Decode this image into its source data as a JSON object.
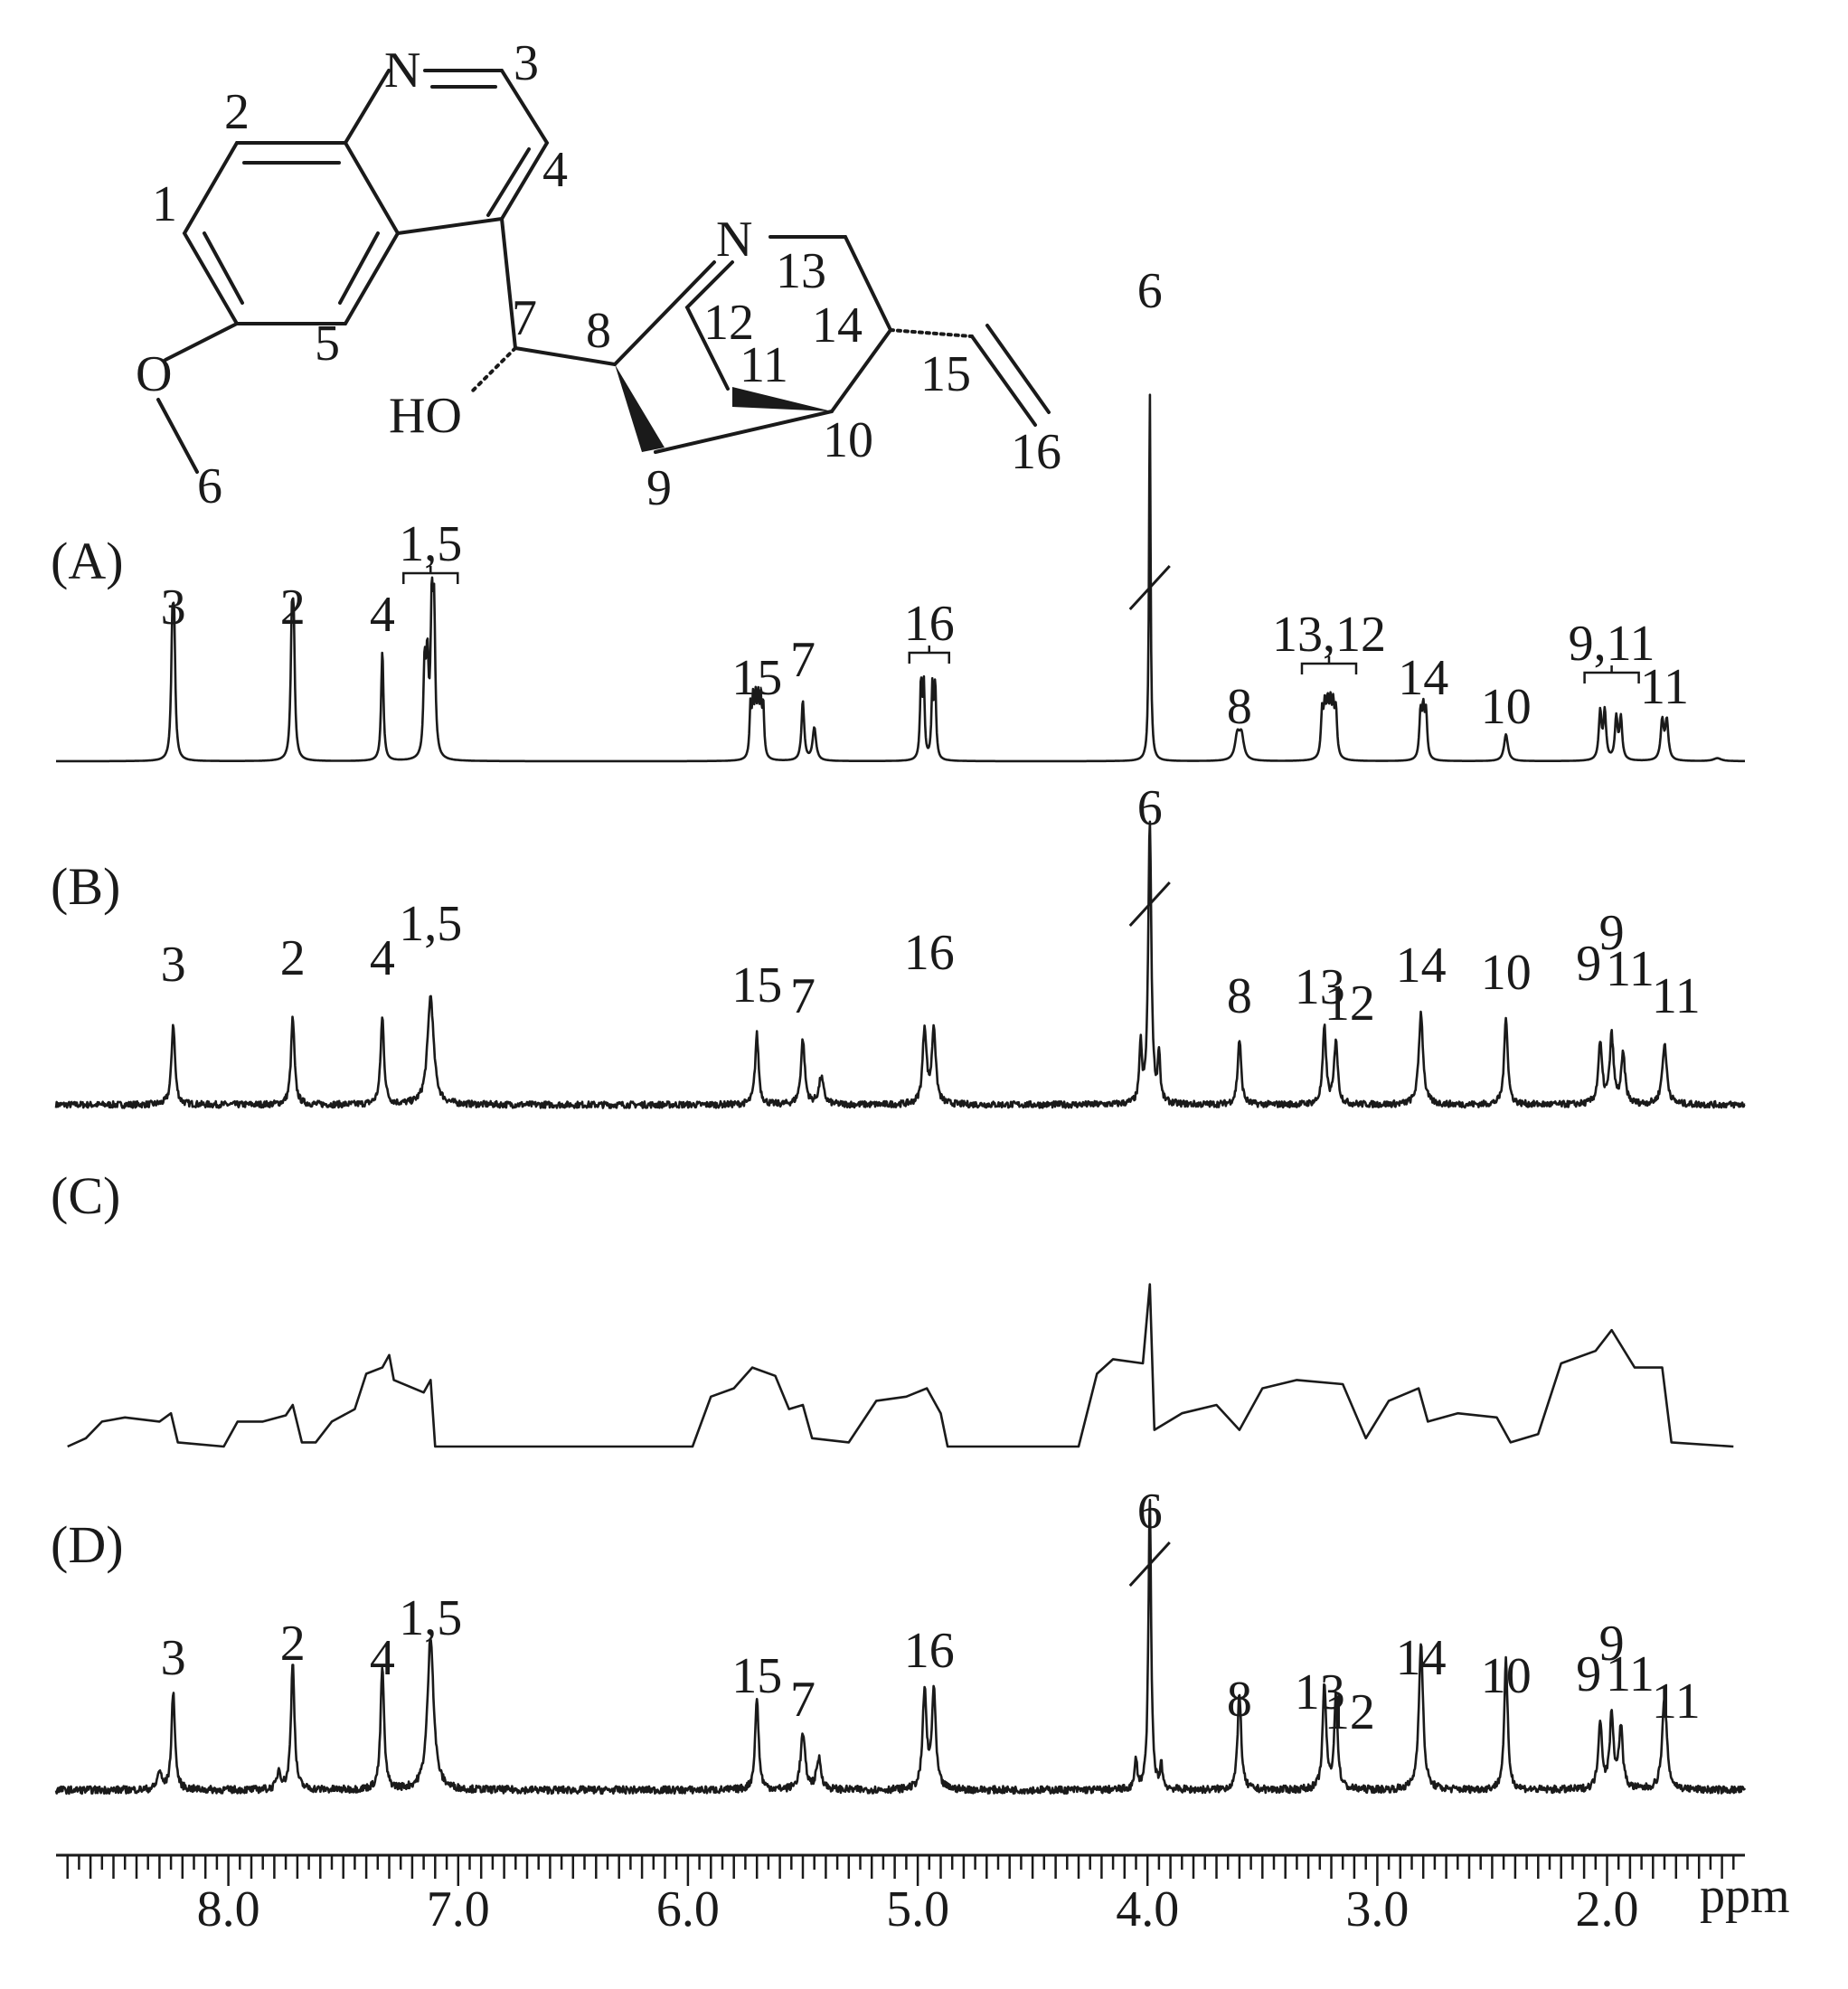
{
  "chart_data": {
    "type": "line",
    "xlabel": "",
    "x_unit": "ppm",
    "x_axis_reversed": true,
    "xlim": [
      8.75,
      1.4
    ],
    "x_ticks": [
      "8.0",
      "7.0",
      "6.0",
      "5.0",
      "4.0",
      "3.0",
      "2.0"
    ],
    "x_tick_values": [
      8.0,
      7.0,
      6.0,
      5.0,
      4.0,
      3.0,
      2.0
    ],
    "panels": [
      {
        "label": "(A)",
        "kind": "peaks",
        "noise": 0,
        "peaks": [
          {
            "ppm": 8.24,
            "h": 0.38,
            "w": 0.006,
            "n": 2,
            "sep": 0.008
          },
          {
            "ppm": 7.72,
            "h": 0.39,
            "w": 0.006,
            "n": 2,
            "sep": 0.008
          },
          {
            "ppm": 7.33,
            "h": 0.37,
            "w": 0.006,
            "n": 1,
            "sep": 0
          },
          {
            "ppm": 7.14,
            "h": 0.3,
            "w": 0.006,
            "n": 2,
            "sep": 0.012
          },
          {
            "ppm": 7.11,
            "h": 0.46,
            "w": 0.006,
            "n": 2,
            "sep": 0.01
          },
          {
            "ppm": 5.7,
            "h": 0.17,
            "w": 0.005,
            "n": 6,
            "sep": 0.011
          },
          {
            "ppm": 5.5,
            "h": 0.2,
            "w": 0.007,
            "n": 1,
            "sep": 0
          },
          {
            "ppm": 5.45,
            "h": 0.11,
            "w": 0.009,
            "n": 1,
            "sep": 0
          },
          {
            "ppm": 4.98,
            "h": 0.25,
            "w": 0.005,
            "n": 2,
            "sep": 0.012
          },
          {
            "ppm": 4.93,
            "h": 0.24,
            "w": 0.005,
            "n": 2,
            "sep": 0.012
          },
          {
            "ppm": 3.99,
            "h": 1.25,
            "w": 0.004,
            "n": 1,
            "sep": 0
          },
          {
            "ppm": 3.6,
            "h": 0.08,
            "w": 0.012,
            "n": 2,
            "sep": 0.018
          },
          {
            "ppm": 3.21,
            "h": 0.15,
            "w": 0.006,
            "n": 6,
            "sep": 0.012
          },
          {
            "ppm": 2.8,
            "h": 0.15,
            "w": 0.006,
            "n": 3,
            "sep": 0.012
          },
          {
            "ppm": 2.44,
            "h": 0.09,
            "w": 0.01,
            "n": 1,
            "sep": 0
          },
          {
            "ppm": 2.02,
            "h": 0.16,
            "w": 0.007,
            "n": 2,
            "sep": 0.02
          },
          {
            "ppm": 1.95,
            "h": 0.14,
            "w": 0.007,
            "n": 2,
            "sep": 0.02
          },
          {
            "ppm": 1.75,
            "h": 0.13,
            "w": 0.008,
            "n": 2,
            "sep": 0.02
          },
          {
            "ppm": 1.52,
            "h": 0.01,
            "w": 0.02,
            "n": 1,
            "sep": 0
          }
        ]
      },
      {
        "label": "(B)",
        "kind": "peaks",
        "noise": 0.012,
        "peaks": [
          {
            "ppm": 8.24,
            "h": 0.3,
            "w": 0.009,
            "n": 1,
            "sep": 0
          },
          {
            "ppm": 7.72,
            "h": 0.32,
            "w": 0.009,
            "n": 1,
            "sep": 0
          },
          {
            "ppm": 7.33,
            "h": 0.32,
            "w": 0.009,
            "n": 1,
            "sep": 0
          },
          {
            "ppm": 7.12,
            "h": 0.4,
            "w": 0.016,
            "n": 1,
            "sep": 0
          },
          {
            "ppm": 5.7,
            "h": 0.26,
            "w": 0.009,
            "n": 1,
            "sep": 0
          },
          {
            "ppm": 5.5,
            "h": 0.24,
            "w": 0.01,
            "n": 1,
            "sep": 0
          },
          {
            "ppm": 5.42,
            "h": 0.1,
            "w": 0.012,
            "n": 1,
            "sep": 0
          },
          {
            "ppm": 4.97,
            "h": 0.28,
            "w": 0.01,
            "n": 1,
            "sep": 0
          },
          {
            "ppm": 4.93,
            "h": 0.28,
            "w": 0.01,
            "n": 1,
            "sep": 0
          },
          {
            "ppm": 3.99,
            "h": 1.05,
            "w": 0.008,
            "n": 1,
            "sep": 0
          },
          {
            "ppm": 4.03,
            "h": 0.22,
            "w": 0.006,
            "n": 1,
            "sep": 0
          },
          {
            "ppm": 3.95,
            "h": 0.18,
            "w": 0.006,
            "n": 1,
            "sep": 0
          },
          {
            "ppm": 3.6,
            "h": 0.24,
            "w": 0.009,
            "n": 1,
            "sep": 0
          },
          {
            "ppm": 3.23,
            "h": 0.28,
            "w": 0.009,
            "n": 1,
            "sep": 0
          },
          {
            "ppm": 3.18,
            "h": 0.24,
            "w": 0.009,
            "n": 1,
            "sep": 0
          },
          {
            "ppm": 2.81,
            "h": 0.34,
            "w": 0.011,
            "n": 1,
            "sep": 0
          },
          {
            "ppm": 2.44,
            "h": 0.33,
            "w": 0.009,
            "n": 1,
            "sep": 0
          },
          {
            "ppm": 2.03,
            "h": 0.22,
            "w": 0.01,
            "n": 1,
            "sep": 0
          },
          {
            "ppm": 1.98,
            "h": 0.25,
            "w": 0.01,
            "n": 1,
            "sep": 0
          },
          {
            "ppm": 1.93,
            "h": 0.18,
            "w": 0.01,
            "n": 1,
            "sep": 0
          },
          {
            "ppm": 1.75,
            "h": 0.22,
            "w": 0.012,
            "n": 1,
            "sep": 0
          }
        ]
      },
      {
        "label": "(C)",
        "kind": "integral",
        "noise": 0,
        "segments": [
          {
            "ppm": 8.7,
            "y": 0.0
          },
          {
            "ppm": 8.62,
            "y": 0.04
          },
          {
            "ppm": 8.55,
            "y": 0.12
          },
          {
            "ppm": 8.45,
            "y": 0.14
          },
          {
            "ppm": 8.3,
            "y": 0.12
          },
          {
            "ppm": 8.25,
            "y": 0.16
          },
          {
            "ppm": 8.22,
            "y": 0.02
          },
          {
            "ppm": 8.02,
            "y": 0.0
          },
          {
            "ppm": 7.96,
            "y": 0.12
          },
          {
            "ppm": 7.85,
            "y": 0.12
          },
          {
            "ppm": 7.75,
            "y": 0.15
          },
          {
            "ppm": 7.72,
            "y": 0.2
          },
          {
            "ppm": 7.68,
            "y": 0.02
          },
          {
            "ppm": 7.62,
            "y": 0.02
          },
          {
            "ppm": 7.55,
            "y": 0.12
          },
          {
            "ppm": 7.45,
            "y": 0.18
          },
          {
            "ppm": 7.4,
            "y": 0.35
          },
          {
            "ppm": 7.33,
            "y": 0.38
          },
          {
            "ppm": 7.3,
            "y": 0.44
          },
          {
            "ppm": 7.28,
            "y": 0.32
          },
          {
            "ppm": 7.15,
            "y": 0.26
          },
          {
            "ppm": 7.12,
            "y": 0.32
          },
          {
            "ppm": 7.1,
            "y": 0.0
          },
          {
            "ppm": 5.98,
            "y": 0.0
          },
          {
            "ppm": 5.9,
            "y": 0.24
          },
          {
            "ppm": 5.8,
            "y": 0.28
          },
          {
            "ppm": 5.72,
            "y": 0.38
          },
          {
            "ppm": 5.62,
            "y": 0.34
          },
          {
            "ppm": 5.56,
            "y": 0.18
          },
          {
            "ppm": 5.5,
            "y": 0.2
          },
          {
            "ppm": 5.46,
            "y": 0.04
          },
          {
            "ppm": 5.3,
            "y": 0.02
          },
          {
            "ppm": 5.18,
            "y": 0.22
          },
          {
            "ppm": 5.05,
            "y": 0.24
          },
          {
            "ppm": 4.96,
            "y": 0.28
          },
          {
            "ppm": 4.9,
            "y": 0.16
          },
          {
            "ppm": 4.87,
            "y": 0.0
          },
          {
            "ppm": 4.3,
            "y": 0.0
          },
          {
            "ppm": 4.22,
            "y": 0.35
          },
          {
            "ppm": 4.15,
            "y": 0.42
          },
          {
            "ppm": 4.02,
            "y": 0.4
          },
          {
            "ppm": 3.99,
            "y": 0.78
          },
          {
            "ppm": 3.97,
            "y": 0.08
          },
          {
            "ppm": 3.85,
            "y": 0.16
          },
          {
            "ppm": 3.7,
            "y": 0.2
          },
          {
            "ppm": 3.6,
            "y": 0.08
          },
          {
            "ppm": 3.5,
            "y": 0.28
          },
          {
            "ppm": 3.35,
            "y": 0.32
          },
          {
            "ppm": 3.15,
            "y": 0.3
          },
          {
            "ppm": 3.05,
            "y": 0.04
          },
          {
            "ppm": 2.95,
            "y": 0.22
          },
          {
            "ppm": 2.82,
            "y": 0.28
          },
          {
            "ppm": 2.78,
            "y": 0.12
          },
          {
            "ppm": 2.65,
            "y": 0.16
          },
          {
            "ppm": 2.48,
            "y": 0.14
          },
          {
            "ppm": 2.42,
            "y": 0.02
          },
          {
            "ppm": 2.3,
            "y": 0.06
          },
          {
            "ppm": 2.2,
            "y": 0.4
          },
          {
            "ppm": 2.05,
            "y": 0.46
          },
          {
            "ppm": 1.98,
            "y": 0.56
          },
          {
            "ppm": 1.88,
            "y": 0.38
          },
          {
            "ppm": 1.76,
            "y": 0.38
          },
          {
            "ppm": 1.72,
            "y": 0.02
          },
          {
            "ppm": 1.45,
            "y": 0.0
          }
        ]
      },
      {
        "label": "(D)",
        "kind": "peaks",
        "noise": 0.012,
        "peaks": [
          {
            "ppm": 8.24,
            "h": 0.32,
            "w": 0.009,
            "n": 1,
            "sep": 0
          },
          {
            "ppm": 8.3,
            "h": 0.06,
            "w": 0.01,
            "n": 1,
            "sep": 0
          },
          {
            "ppm": 7.72,
            "h": 0.42,
            "w": 0.009,
            "n": 1,
            "sep": 0
          },
          {
            "ppm": 7.78,
            "h": 0.06,
            "w": 0.01,
            "n": 1,
            "sep": 0
          },
          {
            "ppm": 7.33,
            "h": 0.4,
            "w": 0.009,
            "n": 1,
            "sep": 0
          },
          {
            "ppm": 7.12,
            "h": 0.5,
            "w": 0.016,
            "n": 1,
            "sep": 0
          },
          {
            "ppm": 5.7,
            "h": 0.3,
            "w": 0.009,
            "n": 1,
            "sep": 0
          },
          {
            "ppm": 5.5,
            "h": 0.18,
            "w": 0.012,
            "n": 1,
            "sep": 0
          },
          {
            "ppm": 5.43,
            "h": 0.1,
            "w": 0.012,
            "n": 1,
            "sep": 0
          },
          {
            "ppm": 4.97,
            "h": 0.32,
            "w": 0.01,
            "n": 1,
            "sep": 0
          },
          {
            "ppm": 4.93,
            "h": 0.32,
            "w": 0.01,
            "n": 1,
            "sep": 0
          },
          {
            "ppm": 3.99,
            "h": 0.95,
            "w": 0.007,
            "n": 1,
            "sep": 0
          },
          {
            "ppm": 4.05,
            "h": 0.1,
            "w": 0.006,
            "n": 1,
            "sep": 0
          },
          {
            "ppm": 3.94,
            "h": 0.08,
            "w": 0.006,
            "n": 1,
            "sep": 0
          },
          {
            "ppm": 3.6,
            "h": 0.32,
            "w": 0.009,
            "n": 1,
            "sep": 0
          },
          {
            "ppm": 3.23,
            "h": 0.34,
            "w": 0.009,
            "n": 1,
            "sep": 0
          },
          {
            "ppm": 3.18,
            "h": 0.3,
            "w": 0.009,
            "n": 1,
            "sep": 0
          },
          {
            "ppm": 2.81,
            "h": 0.48,
            "w": 0.011,
            "n": 1,
            "sep": 0
          },
          {
            "ppm": 2.44,
            "h": 0.42,
            "w": 0.009,
            "n": 1,
            "sep": 0
          },
          {
            "ppm": 2.03,
            "h": 0.22,
            "w": 0.01,
            "n": 1,
            "sep": 0
          },
          {
            "ppm": 1.98,
            "h": 0.24,
            "w": 0.01,
            "n": 1,
            "sep": 0
          },
          {
            "ppm": 1.94,
            "h": 0.2,
            "w": 0.01,
            "n": 1,
            "sep": 0
          },
          {
            "ppm": 1.75,
            "h": 0.3,
            "w": 0.012,
            "n": 1,
            "sep": 0
          }
        ]
      }
    ],
    "peak_labels": {
      "A": [
        {
          "text": "3",
          "ppm": 8.24,
          "bracket": false
        },
        {
          "text": "2",
          "ppm": 7.72,
          "bracket": false
        },
        {
          "text": "4",
          "ppm": 7.33,
          "bracket": false
        },
        {
          "text": "1,5",
          "ppm": 7.12,
          "bracket": true
        },
        {
          "text": "15",
          "ppm": 5.7,
          "bracket": false
        },
        {
          "text": "7",
          "ppm": 5.5,
          "bracket": false
        },
        {
          "text": "16",
          "ppm": 4.95,
          "bracket": true
        },
        {
          "text": "6",
          "ppm": 3.99,
          "bracket": false
        },
        {
          "text": "8",
          "ppm": 3.6,
          "bracket": false
        },
        {
          "text": "13,12",
          "ppm": 3.21,
          "bracket": true
        },
        {
          "text": "14",
          "ppm": 2.8,
          "bracket": false
        },
        {
          "text": "10",
          "ppm": 2.44,
          "bracket": false
        },
        {
          "text": "9,11",
          "ppm": 1.98,
          "bracket": true
        },
        {
          "text": "11",
          "ppm": 1.75,
          "bracket": false
        }
      ],
      "B": [
        {
          "text": "3",
          "ppm": 8.24
        },
        {
          "text": "2",
          "ppm": 7.72
        },
        {
          "text": "4",
          "ppm": 7.33
        },
        {
          "text": "1,5",
          "ppm": 7.12
        },
        {
          "text": "15",
          "ppm": 5.7
        },
        {
          "text": "7",
          "ppm": 5.5
        },
        {
          "text": "16",
          "ppm": 4.95
        },
        {
          "text": "6",
          "ppm": 3.99
        },
        {
          "text": "8",
          "ppm": 3.6
        },
        {
          "text": "13",
          "ppm": 3.25
        },
        {
          "text": "12",
          "ppm": 3.12
        },
        {
          "text": "14",
          "ppm": 2.81
        },
        {
          "text": "10",
          "ppm": 2.44
        },
        {
          "text": "9",
          "ppm": 2.08
        },
        {
          "text": "9",
          "ppm": 1.98
        },
        {
          "text": "11",
          "ppm": 1.9
        },
        {
          "text": "11",
          "ppm": 1.7
        }
      ],
      "D": [
        {
          "text": "3",
          "ppm": 8.24
        },
        {
          "text": "2",
          "ppm": 7.72
        },
        {
          "text": "4",
          "ppm": 7.33
        },
        {
          "text": "1,5",
          "ppm": 7.12
        },
        {
          "text": "15",
          "ppm": 5.7
        },
        {
          "text": "7",
          "ppm": 5.5
        },
        {
          "text": "16",
          "ppm": 4.95
        },
        {
          "text": "6",
          "ppm": 3.99
        },
        {
          "text": "8",
          "ppm": 3.6
        },
        {
          "text": "13",
          "ppm": 3.25
        },
        {
          "text": "12",
          "ppm": 3.12
        },
        {
          "text": "14",
          "ppm": 2.81
        },
        {
          "text": "10",
          "ppm": 2.44
        },
        {
          "text": "9",
          "ppm": 2.08
        },
        {
          "text": "9",
          "ppm": 1.98
        },
        {
          "text": "11",
          "ppm": 1.9
        },
        {
          "text": "11",
          "ppm": 1.7
        }
      ]
    }
  },
  "structure": {
    "atoms": {
      "n1": "N",
      "n2": "N",
      "o1": "O",
      "ho": "HO"
    },
    "numbers": [
      "1",
      "2",
      "3",
      "4",
      "5",
      "6",
      "7",
      "8",
      "9",
      "10",
      "11",
      "12",
      "13",
      "14",
      "15",
      "16"
    ]
  }
}
